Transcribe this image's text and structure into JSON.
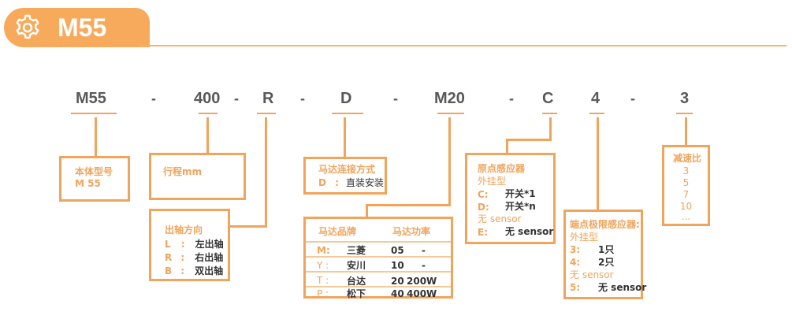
{
  "header": {
    "title": "M55",
    "icon": "gear-icon",
    "accent_color": "#f7aa5c"
  },
  "code_parts": [
    {
      "text": "M55"
    },
    {
      "text": "-"
    },
    {
      "text": "400"
    },
    {
      "text": "-"
    },
    {
      "text": "R"
    },
    {
      "text": "-"
    },
    {
      "text": "D"
    },
    {
      "text": "-"
    },
    {
      "text": "M20"
    },
    {
      "text": "-"
    },
    {
      "text": "C"
    },
    {
      "text": "4"
    },
    {
      "text": "-"
    },
    {
      "text": "3"
    }
  ],
  "boxes": {
    "body_model": {
      "title": "本体型号",
      "value": "M 55"
    },
    "stroke": {
      "title": "行程mm"
    },
    "shaft": {
      "title": "出轴方向",
      "items": [
        {
          "key": "L",
          "sep": ":",
          "value": "左出轴"
        },
        {
          "key": "R",
          "sep": ":",
          "value": "右出轴"
        },
        {
          "key": "B",
          "sep": ":",
          "value": "双出轴"
        }
      ]
    },
    "motor_connect": {
      "title": "马达连接方式",
      "items": [
        {
          "key": "D",
          "sep": ":",
          "value": "直装安装"
        }
      ]
    },
    "motor_table": {
      "headers": [
        "马达品牌",
        "马达功率"
      ],
      "rows": [
        {
          "key": "M:",
          "brand": "三菱",
          "code": "05",
          "power": "-"
        },
        {
          "key": "Y :",
          "brand": "安川",
          "code": "10",
          "power": "-"
        },
        {
          "key": "T :",
          "brand": "台达",
          "code": "20",
          "power": "200W"
        },
        {
          "key": "P :",
          "brand": "松下",
          "code": "40",
          "power": "400W"
        }
      ]
    },
    "origin_sensor": {
      "title": "原点感应器",
      "subtitle": "外挂型",
      "items": [
        {
          "key": "C:",
          "value": "开关*1"
        },
        {
          "key": "D:",
          "value": "开关*n"
        }
      ],
      "note": "无 sensor",
      "extra": {
        "key": "E:",
        "value": "无 sensor"
      }
    },
    "limit_sensor": {
      "title": "端点极限感应器:",
      "subtitle": "外挂型",
      "items": [
        {
          "key": "3:",
          "value": "1只"
        },
        {
          "key": "4:",
          "value": "2只"
        }
      ],
      "note": "无 sensor",
      "extra": {
        "key": "5:",
        "value": "无 sensor"
      }
    },
    "ratio": {
      "title": "减速比",
      "values": [
        "3",
        "5",
        "7",
        "10",
        "..."
      ]
    }
  }
}
